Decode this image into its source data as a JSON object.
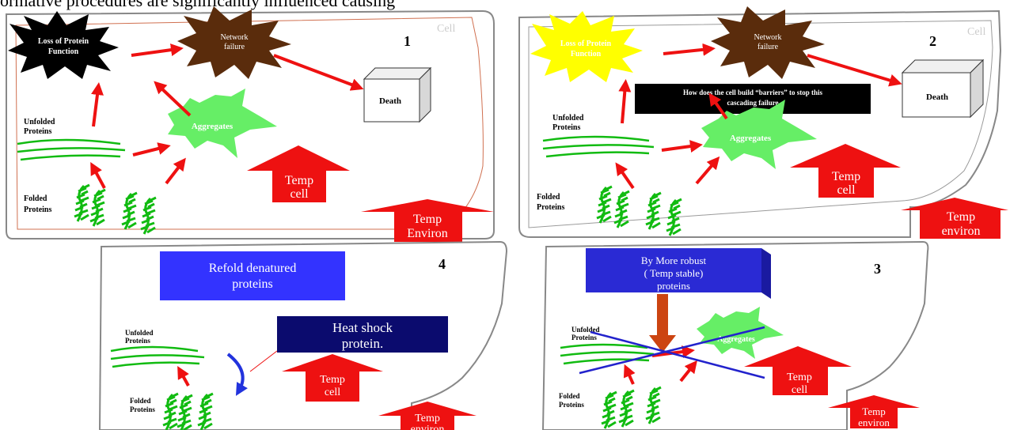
{
  "caption": "ormative procedures are significantly influenced causing",
  "panel1": {
    "number": "1",
    "cell_label": "Cell",
    "loss_label": [
      "Loss of Protein",
      "Function"
    ],
    "network_label": [
      "Network",
      "failure"
    ],
    "death_label": "Death",
    "unfolded_label": [
      "Unfolded",
      "Proteins"
    ],
    "folded_label": [
      "Folded",
      "Proteins"
    ],
    "aggregates_label": "Aggregates",
    "temp_cell_label": [
      "Temp",
      "cell"
    ],
    "temp_environ_label": [
      "Temp",
      "Environ"
    ]
  },
  "panel2": {
    "number": "2",
    "cell_label": "Cell",
    "loss_label": [
      "Loss of Protein",
      "Function"
    ],
    "network_label": [
      "Network",
      "failure"
    ],
    "death_label": "Death",
    "barrier_question": [
      "How does the cell build “barriers”   to  stop this",
      "cascading failure"
    ],
    "unfolded_label": [
      "Unfolded",
      "Proteins"
    ],
    "folded_label": [
      "Folded",
      "Proteins"
    ],
    "aggregates_label": "Aggregates",
    "temp_cell_label": [
      "Temp",
      "cell"
    ],
    "temp_environ_label": [
      "Temp",
      "environ"
    ]
  },
  "panel3": {
    "number": "3",
    "robust_label": [
      "By More robust",
      "( Temp stable)",
      "proteins"
    ],
    "unfolded_label": [
      "Unfolded",
      "Proteins"
    ],
    "folded_label": [
      "Folded",
      "Proteins"
    ],
    "aggregates_label": "Aggregates",
    "temp_cell_label": [
      "Temp",
      "cell"
    ],
    "temp_environ_label": [
      "Temp",
      "environ"
    ]
  },
  "panel4": {
    "number": "4",
    "refold_label": [
      "Refold denatured",
      "proteins"
    ],
    "heat_shock_label": [
      "Heat shock",
      "protein."
    ],
    "unfolded_label": [
      "Unfolded",
      "Proteins"
    ],
    "folded_label": [
      "Folded",
      "Proteins"
    ],
    "temp_cell_label": [
      "Temp",
      "cell"
    ],
    "temp_environ_label": [
      "Temp",
      "environ"
    ]
  },
  "colors": {
    "arrow_red": "#ee1111",
    "protein_green": "#11bb11",
    "aggregate_green": "#66ee66",
    "loss_black": "#000000",
    "loss_yellow": "#ffff00",
    "network_brown": "#5a2c0c",
    "refold_blue": "#3333ff",
    "heat_shock_navy": "#0b0b6e",
    "robust_blue": "#2a2ad4",
    "cross_blue": "#2222cc",
    "down_arrow_orange": "#cc4411"
  }
}
